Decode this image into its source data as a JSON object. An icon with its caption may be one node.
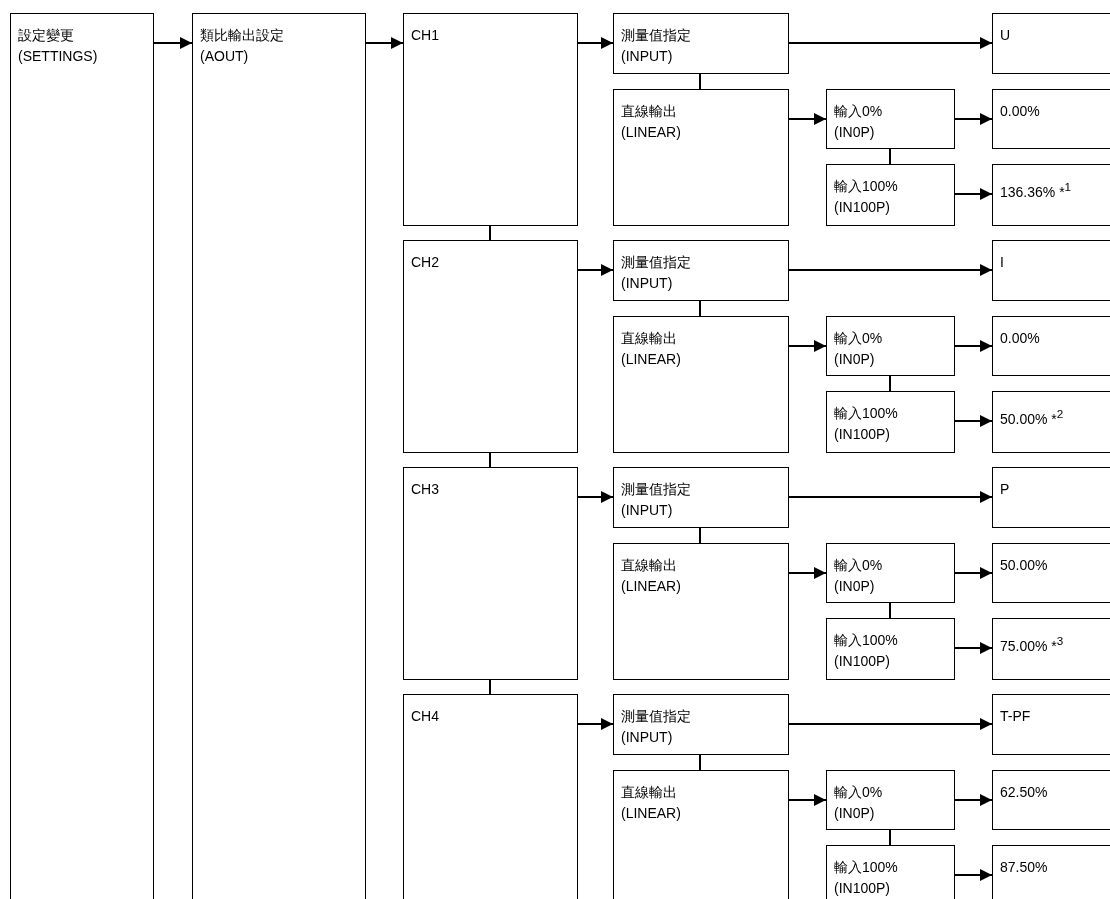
{
  "diagram": {
    "nodes": [
      {
        "text": [
          "設定變更",
          "(SETTINGS)"
        ]
      },
      {
        "text": [
          "類比輸出設定",
          "(AOUT)"
        ]
      },
      {
        "text": [
          "CH1"
        ]
      },
      {
        "text": [
          "測量值指定",
          "(INPUT)"
        ]
      },
      {
        "text": [
          "U"
        ]
      },
      {
        "text": [
          "直線輸出",
          "(LINEAR)"
        ]
      },
      {
        "text": [
          "輸入0%",
          "(IN0P)"
        ]
      },
      {
        "text": [
          "0.00%"
        ]
      },
      {
        "text": [
          "輸入100%",
          "(IN100P)"
        ]
      },
      {
        "text": [
          "136.36%  *$^{1}$"
        ]
      },
      {
        "text": [
          "CH2"
        ]
      },
      {
        "text": [
          "測量值指定",
          "(INPUT)"
        ]
      },
      {
        "text": [
          "I"
        ]
      },
      {
        "text": [
          "直線輸出",
          "(LINEAR)"
        ]
      },
      {
        "text": [
          "輸入0%",
          "(IN0P)"
        ]
      },
      {
        "text": [
          "0.00%"
        ]
      },
      {
        "text": [
          "輸入100%",
          "(IN100P)"
        ]
      },
      {
        "text": [
          "50.00% *$^{2}$"
        ]
      },
      {
        "text": [
          "CH3"
        ]
      },
      {
        "text": [
          "測量值指定",
          "(INPUT)"
        ]
      },
      {
        "text": [
          "P"
        ]
      },
      {
        "text": [
          "直線輸出",
          "(LINEAR)"
        ]
      },
      {
        "text": [
          "輸入0%",
          "(IN0P)"
        ]
      },
      {
        "text": [
          "50.00%"
        ]
      },
      {
        "text": [
          "輸入100%",
          "(IN100P)"
        ]
      },
      {
        "text": [
          "75.00% *$^{3}$"
        ]
      },
      {
        "text": [
          "CH4"
        ]
      },
      {
        "text": [
          "測量值指定",
          "(INPUT)"
        ]
      },
      {
        "text": [
          "T-PF"
        ]
      },
      {
        "text": [
          "直線輸出",
          "(LINEAR)"
        ]
      },
      {
        "text": [
          "輸入0%",
          "(IN0P)"
        ]
      },
      {
        "text": [
          "62.50%"
        ]
      },
      {
        "text": [
          "輸入100%",
          "(IN100P)"
        ]
      },
      {
        "text": [
          "87.50%"
        ]
      }
    ],
    "edges": [
      {
        "from": 0,
        "to": 1,
        "arrow": "to"
      },
      {
        "from": 1,
        "to": 2,
        "arrow": "to"
      },
      {
        "from": 2,
        "to": 3,
        "arrow": "to"
      },
      {
        "from": 3,
        "to": 4,
        "arrow": "to"
      },
      {
        "from": 3,
        "to": 5,
        "arrow": "none"
      },
      {
        "from": 5,
        "to": 6,
        "arrow": "to"
      },
      {
        "from": 6,
        "to": 7,
        "arrow": "to"
      },
      {
        "from": 6,
        "to": 8,
        "arrow": "none"
      },
      {
        "from": 8,
        "to": 9,
        "arrow": "to"
      },
      {
        "from": 2,
        "to": 10,
        "arrow": "none"
      },
      {
        "from": 10,
        "to": 11,
        "arrow": "to"
      },
      {
        "from": 11,
        "to": 12,
        "arrow": "to"
      },
      {
        "from": 11,
        "to": 13,
        "arrow": "none"
      },
      {
        "from": 13,
        "to": 14,
        "arrow": "to"
      },
      {
        "from": 14,
        "to": 15,
        "arrow": "to"
      },
      {
        "from": 14,
        "to": 16,
        "arrow": "none"
      },
      {
        "from": 16,
        "to": 17,
        "arrow": "to"
      },
      {
        "from": 10,
        "to": 18,
        "arrow": "none"
      },
      {
        "from": 18,
        "to": 19,
        "arrow": "to"
      },
      {
        "from": 19,
        "to": 20,
        "arrow": "to"
      },
      {
        "from": 19,
        "to": 21,
        "arrow": "none"
      },
      {
        "from": 21,
        "to": 22,
        "arrow": "to"
      },
      {
        "from": 22,
        "to": 23,
        "arrow": "to"
      },
      {
        "from": 22,
        "to": 24,
        "arrow": "none"
      },
      {
        "from": 24,
        "to": 25,
        "arrow": "to"
      },
      {
        "from": 18,
        "to": 26,
        "arrow": "none"
      },
      {
        "from": 26,
        "to": 27,
        "arrow": "to"
      },
      {
        "from": 27,
        "to": 28,
        "arrow": "to"
      },
      {
        "from": 27,
        "to": 29,
        "arrow": "none"
      },
      {
        "from": 29,
        "to": 30,
        "arrow": "to"
      },
      {
        "from": 30,
        "to": 31,
        "arrow": "to"
      },
      {
        "from": 30,
        "to": 32,
        "arrow": "none"
      },
      {
        "from": 32,
        "to": 33,
        "arrow": "to"
      }
    ]
  }
}
